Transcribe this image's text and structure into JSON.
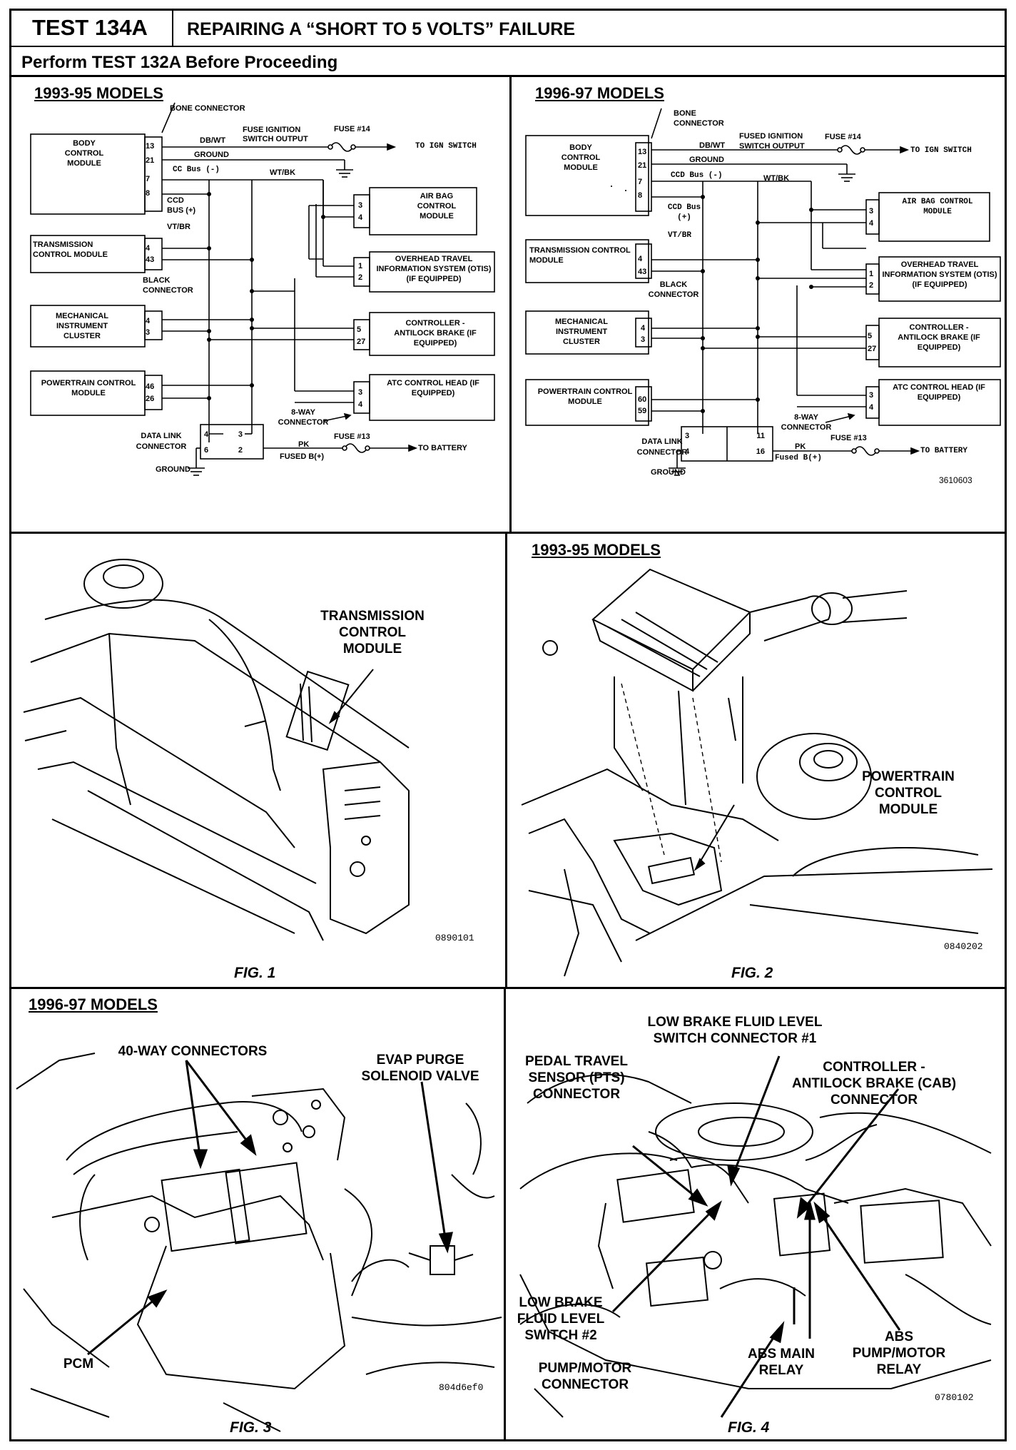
{
  "header": {
    "test_id": "TEST 134A",
    "title": "REPAIRING A “SHORT TO 5 VOLTS” FAILURE",
    "subtitle": "Perform TEST 132A Before Proceeding"
  },
  "wiring_left": {
    "heading": "1993-95 MODELS",
    "bone_connector": "BONE CONNECTOR",
    "fuse_ignition": "FUSE IGNITION SWITCH OUTPUT",
    "fuse14": "FUSE #14",
    "to_ign": "TO IGN SWITCH",
    "dbwt": "DB/WT",
    "ground": "GROUND",
    "ccd_bus_minus": "CC Bus (-)",
    "wtbk": "WT/BK",
    "ccd_bus_plus": "CCD BUS (+)",
    "vtbr": "VT/BR",
    "black_connector": "BLACK CONNECTOR",
    "eightway": "8-WAY CONNECTOR",
    "pk": "PK",
    "fused_b": "FUSED B(+)",
    "fuse13": "FUSE #13",
    "to_battery": "TO BATTERY",
    "dlc": "DATA LINK CONNECTOR",
    "ground_bottom": "GROUND",
    "bcm": "BODY CONTROL MODULE",
    "tcm": "TRANSMISSION CONTROL MODULE",
    "mic": "MECHANICAL INSTRUMENT CLUSTER",
    "pcm": "POWERTRAIN CONTROL MODULE",
    "airbag": "AIR BAG CONTROL MODULE",
    "otis": "OVERHEAD TRAVEL INFORMATION SYSTEM (OTIS) (IF EQUIPPED)",
    "cab": "CONTROLLER - ANTILOCK BRAKE (IF EQUIPPED)",
    "atc": "ATC CONTROL HEAD (IF EQUIPPED)",
    "bcm_pins": [
      "13",
      "21",
      "7",
      "8"
    ],
    "tcm_pins": [
      "4",
      "43"
    ],
    "mic_pins": [
      "4",
      "3"
    ],
    "pcm_pins": [
      "46",
      "26"
    ],
    "airbag_pins": [
      "3",
      "4"
    ],
    "otis_pins": [
      "1",
      "2"
    ],
    "cab_pins": [
      "5",
      "27"
    ],
    "atc_pins": [
      "3",
      "4"
    ],
    "dlc_pins": [
      "4",
      "3",
      "6",
      "2"
    ]
  },
  "wiring_right": {
    "heading": "1996-97 MODELS",
    "bone_connector": "BONE CONNECTOR",
    "fuse_ignition": "FUSED IGNITION SWITCH OUTPUT",
    "fuse14": "FUSE #14",
    "to_ign": "TO IGN SWITCH",
    "dbwt": "DB/WT",
    "ground": "GROUND",
    "ccd_bus_minus": "CCD Bus (-)",
    "wtbk": "WT/BK",
    "ccd_bus_plus": "CCD Bus (+)",
    "vtbr": "VT/BR",
    "black_connector": "BLACK CONNECTOR",
    "eightway": "8-WAY CONNECTOR",
    "pk": "PK",
    "fused_b": "Fused B(+)",
    "fuse13": "FUSE #13",
    "to_battery": "TO BATTERY",
    "dlc": "DATA LINK CONNECTOR",
    "ground_bottom": "GROUND",
    "code": "3610603",
    "bcm": "BODY CONTROL MODULE",
    "tcm": "TRANSMISSION CONTROL MODULE",
    "mic": "MECHANICAL INSTRUMENT CLUSTER",
    "pcm": "POWERTRAIN CONTROL MODULE",
    "airbag": "AIR BAG CONTROL MODULE",
    "otis": "OVERHEAD TRAVEL INFORMATION SYSTEM (OTIS) (IF EQUIPPED)",
    "cab": "CONTROLLER - ANTILOCK BRAKE (IF EQUIPPED)",
    "atc": "ATC CONTROL HEAD (IF EQUIPPED)",
    "bcm_pins": [
      "13",
      "21",
      "7",
      "8"
    ],
    "tcm_pins": [
      "4",
      "43"
    ],
    "mic_pins": [
      "4",
      "3"
    ],
    "pcm_pins": [
      "60",
      "59"
    ],
    "airbag_pins": [
      "3",
      "4"
    ],
    "otis_pins": [
      "1",
      "2"
    ],
    "cab_pins": [
      "5",
      "27"
    ],
    "atc_pins": [
      "3",
      "4"
    ],
    "dlc_pins": [
      "3",
      "11",
      "4",
      "16"
    ]
  },
  "fig1": {
    "caption": "FIG. 1",
    "callout": "TRANSMISSION\nCONTROL\nMODULE",
    "code": "0890101"
  },
  "fig2": {
    "heading": "1993-95 MODELS",
    "caption": "FIG. 2",
    "callout": "POWERTRAIN\nCONTROL\nMODULE",
    "code": "0840202"
  },
  "fig3": {
    "heading": "1996-97 MODELS",
    "caption": "FIG. 3",
    "callout_connectors": "40-WAY CONNECTORS",
    "callout_evap": "EVAP PURGE\nSOLENOID VALVE",
    "callout_pcm": "PCM",
    "code": "804d6ef0"
  },
  "fig4": {
    "caption": "FIG. 4",
    "callout_lbfl1": "LOW BRAKE FLUID LEVEL\nSWITCH CONNECTOR #1",
    "callout_pts": "PEDAL TRAVEL\nSENSOR (PTS)\nCONNECTOR",
    "callout_cab": "CONTROLLER -\nANTILOCK BRAKE (CAB)\nCONNECTOR",
    "callout_lbfl2": "LOW BRAKE\nFLUID LEVEL\nSWITCH #2",
    "callout_pump": "PUMP/MOTOR\nCONNECTOR",
    "callout_absmain": "ABS MAIN\nRELAY",
    "callout_abspump": "ABS\nPUMP/MOTOR\nRELAY",
    "code": "0780102"
  }
}
